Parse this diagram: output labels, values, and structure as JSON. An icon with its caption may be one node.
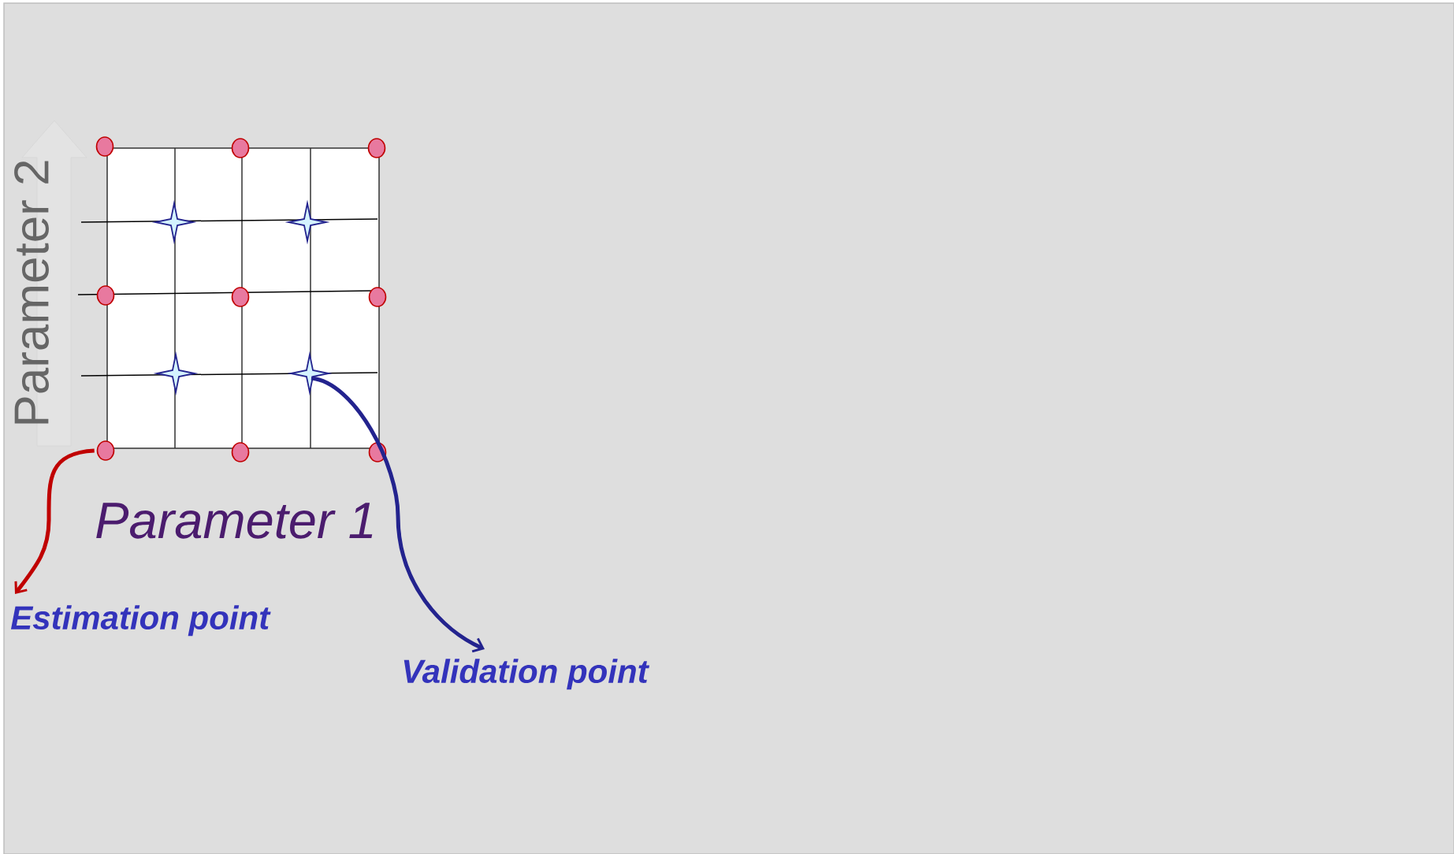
{
  "diagram": {
    "nodes": [
      {
        "text": [],
        "shape": "circle"
      },
      {
        "text": [],
        "shape": "circle"
      },
      {
        "text": [],
        "shape": "circle"
      },
      {
        "text": [],
        "shape": "circle"
      },
      {
        "text": [],
        "shape": "circle"
      },
      {
        "text": [],
        "shape": "circle"
      },
      {
        "text": [],
        "shape": "circle"
      },
      {
        "text": [],
        "shape": "circle"
      },
      {
        "text": [],
        "shape": "circle"
      },
      {
        "text": [],
        "shape": "star"
      },
      {
        "text": [],
        "shape": "star"
      },
      {
        "text": [],
        "shape": "star"
      },
      {
        "text": [],
        "shape": "star"
      },
      {
        "text": [
          "Estimation point"
        ]
      },
      {
        "text": [
          "Validation point"
        ]
      }
    ],
    "edges": [
      {
        "from": 6,
        "to": 13,
        "arrow": "to",
        "color": "#c00000"
      },
      {
        "from": 12,
        "to": 14,
        "arrow": "to",
        "color": "#23238e"
      }
    ],
    "labels": [
      "Parameter 2",
      "Parameter 1"
    ]
  }
}
